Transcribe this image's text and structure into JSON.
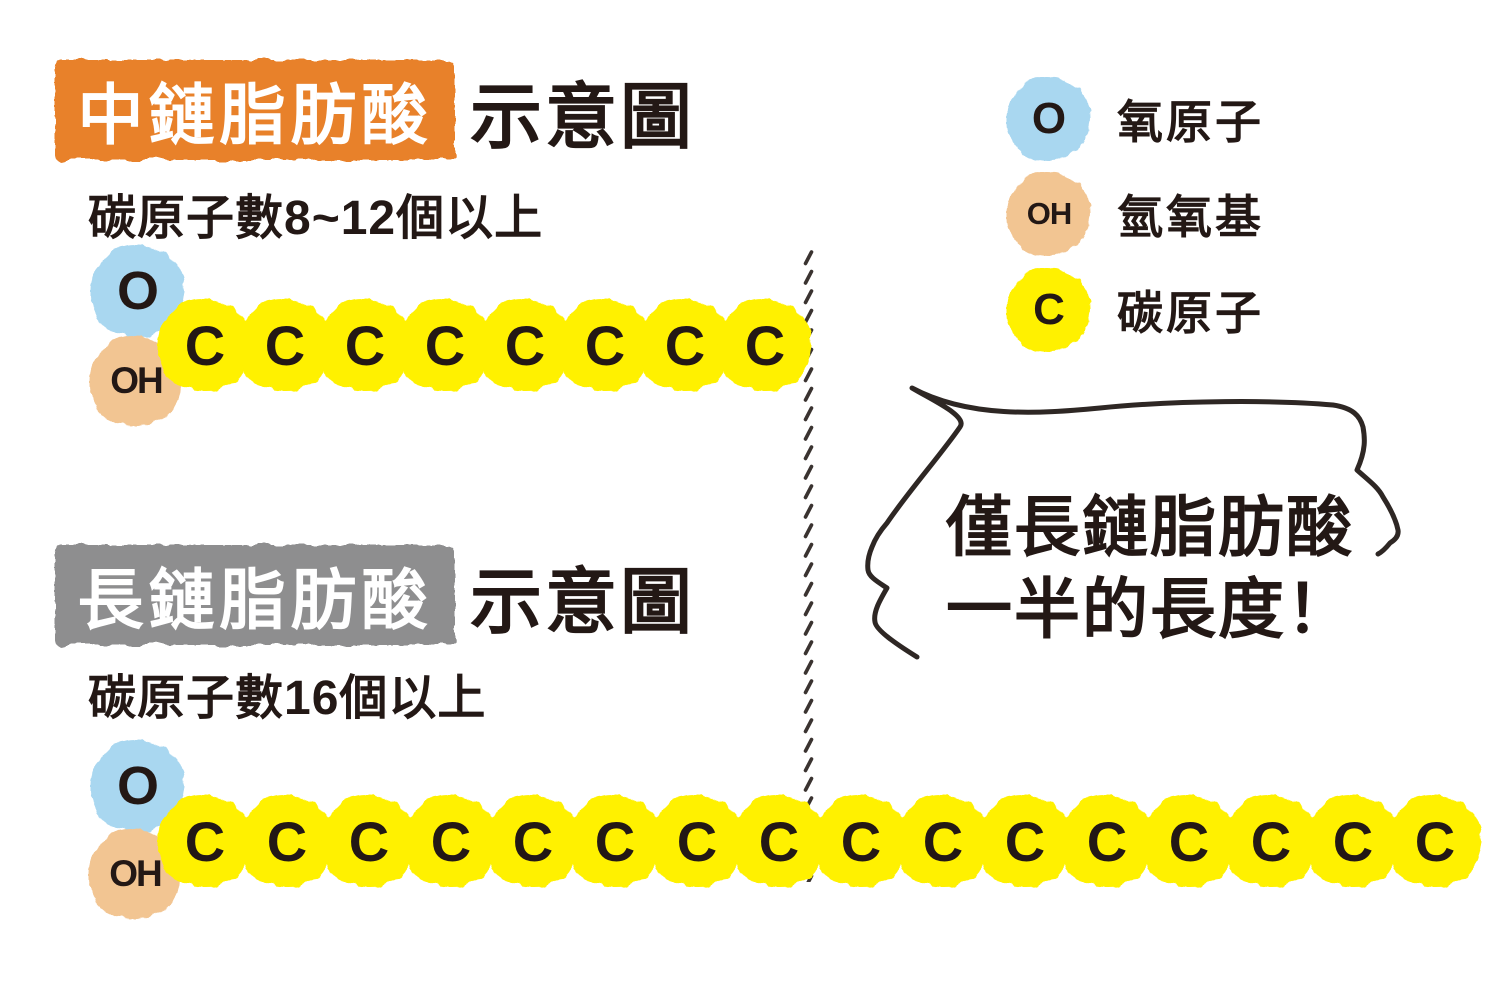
{
  "colors": {
    "background": "#FFFFFF",
    "orange_badge": "#E8812B",
    "gray_badge": "#8E8E8F",
    "oxygen_blue": "#A9D7F0",
    "hydroxyl_peach": "#F2C592",
    "carbon_yellow": "#FFF100",
    "ink": "#231815",
    "outline": "#2E2724"
  },
  "sections": [
    {
      "badge": "中鏈脂肪酸",
      "suffix": "示意圖",
      "subtitle": "碳原子數8~12個以上",
      "carbon_count": 8
    },
    {
      "badge": "長鏈脂肪酸",
      "suffix": "示意圖",
      "subtitle": "碳原子數16個以上",
      "carbon_count": 16
    }
  ],
  "molecule": {
    "oxygen_symbol": "O",
    "hydroxyl_symbol": "OH",
    "carbon_symbol": "C"
  },
  "legend": {
    "items": [
      {
        "symbol": "O",
        "label": "氧原子"
      },
      {
        "symbol": "OH",
        "label": "氫氧基"
      },
      {
        "symbol": "C",
        "label": "碳原子"
      }
    ]
  },
  "callout": {
    "line1": "僅長鏈脂肪酸",
    "line2": "一半的長度！"
  }
}
